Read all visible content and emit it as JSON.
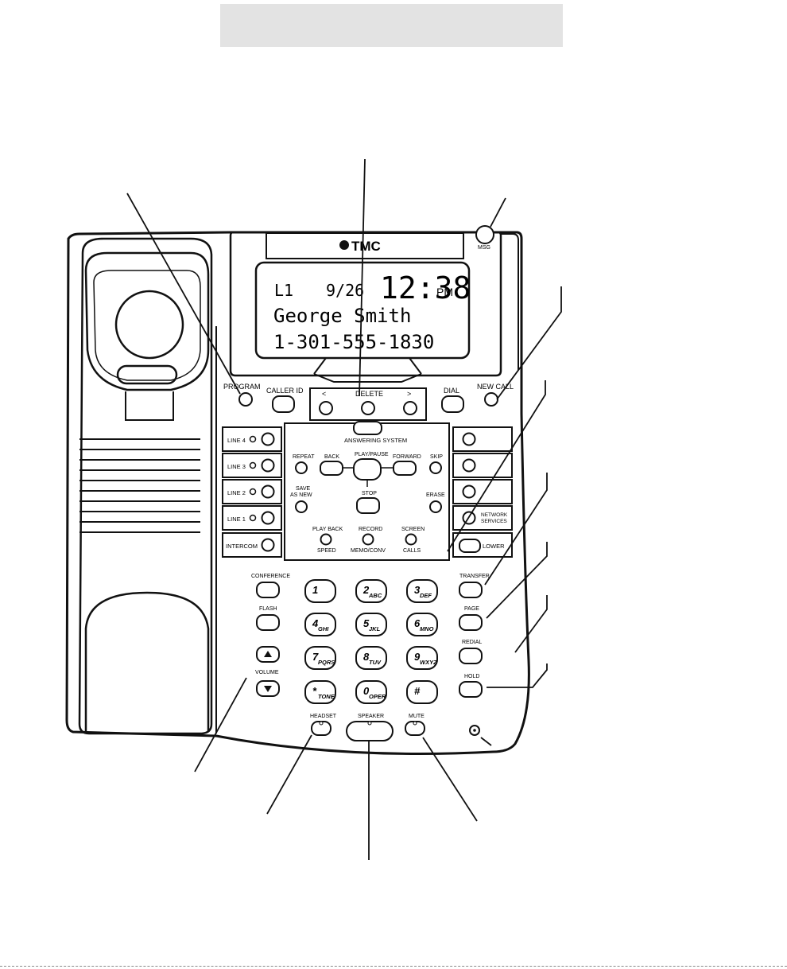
{
  "display": {
    "brand": "TMC",
    "line": "L1",
    "date": "9/26",
    "time": "12:38",
    "ampm": "PM",
    "name": "George Smith",
    "number": "1-301-555-1830",
    "msg_label": "MSG"
  },
  "top_buttons": {
    "program": "PROGRAM",
    "caller_id": "CALLER ID",
    "delete": "DELETE",
    "prev": "<",
    "next": ">",
    "dial": "DIAL",
    "new_call": "NEW CALL"
  },
  "lines": [
    "LINE 4",
    "LINE 3",
    "LINE 2",
    "LINE 1",
    "INTERCOM"
  ],
  "answering": {
    "title": "ANSWERING SYSTEM",
    "repeat": "REPEAT",
    "back": "BACK",
    "play_pause": "PLAY/PAUSE",
    "forward": "FORWARD",
    "skip": "SKIP",
    "save_line1": "SAVE",
    "save_line2": "AS NEW",
    "stop": "STOP",
    "erase": "ERASE",
    "playback_top": "PLAY BACK",
    "playback_bottom": "SPEED",
    "record_top": "RECORD",
    "record_bottom": "MEMO/CONV",
    "screen_top": "SCREEN",
    "screen_bottom": "CALLS"
  },
  "right_panel": {
    "network_line1": "NETWORK",
    "network_line2": "SERVICES",
    "lower": "LOWER"
  },
  "left_keys": {
    "conference": "CONFERENCE",
    "flash": "FLASH",
    "volume": "VOLUME"
  },
  "keypad": [
    {
      "digit": "1",
      "letters": ""
    },
    {
      "digit": "2",
      "letters": "ABC"
    },
    {
      "digit": "3",
      "letters": "DEF"
    },
    {
      "digit": "4",
      "letters": "GHI"
    },
    {
      "digit": "5",
      "letters": "JKL"
    },
    {
      "digit": "6",
      "letters": "MNO"
    },
    {
      "digit": "7",
      "letters": "PQRS"
    },
    {
      "digit": "8",
      "letters": "TUV"
    },
    {
      "digit": "9",
      "letters": "WXYZ"
    },
    {
      "digit": "*",
      "letters": "TONE"
    },
    {
      "digit": "0",
      "letters": "OPER"
    },
    {
      "digit": "#",
      "letters": ""
    }
  ],
  "right_keys": {
    "transfer": "TRANSFER",
    "page": "PAGE",
    "redial": "REDIAL",
    "hold": "HOLD"
  },
  "bottom_keys": {
    "headset": "HEADSET",
    "speaker": "SPEAKER",
    "mute": "MUTE"
  }
}
